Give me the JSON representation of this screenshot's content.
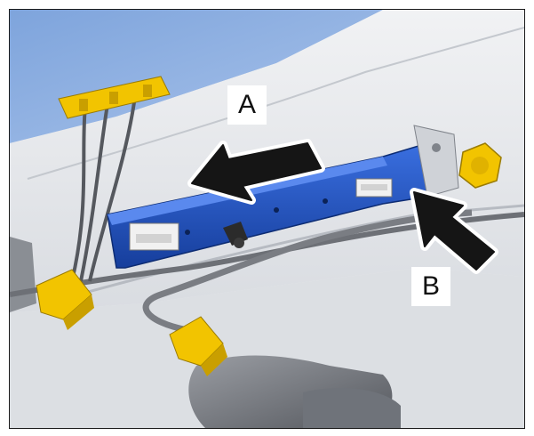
{
  "callouts": {
    "a": "A",
    "b": "B"
  },
  "colors": {
    "sky": "#7a9fd6",
    "module_body": "#1f4fbf",
    "connector_yellow": "#f2c400",
    "arrow_fill": "#151515",
    "background_panel": "#e9ebee"
  },
  "icons": {
    "arrow_a": "push-left-arrow",
    "arrow_b": "push-in-arrow",
    "nut": "nut-icon"
  }
}
